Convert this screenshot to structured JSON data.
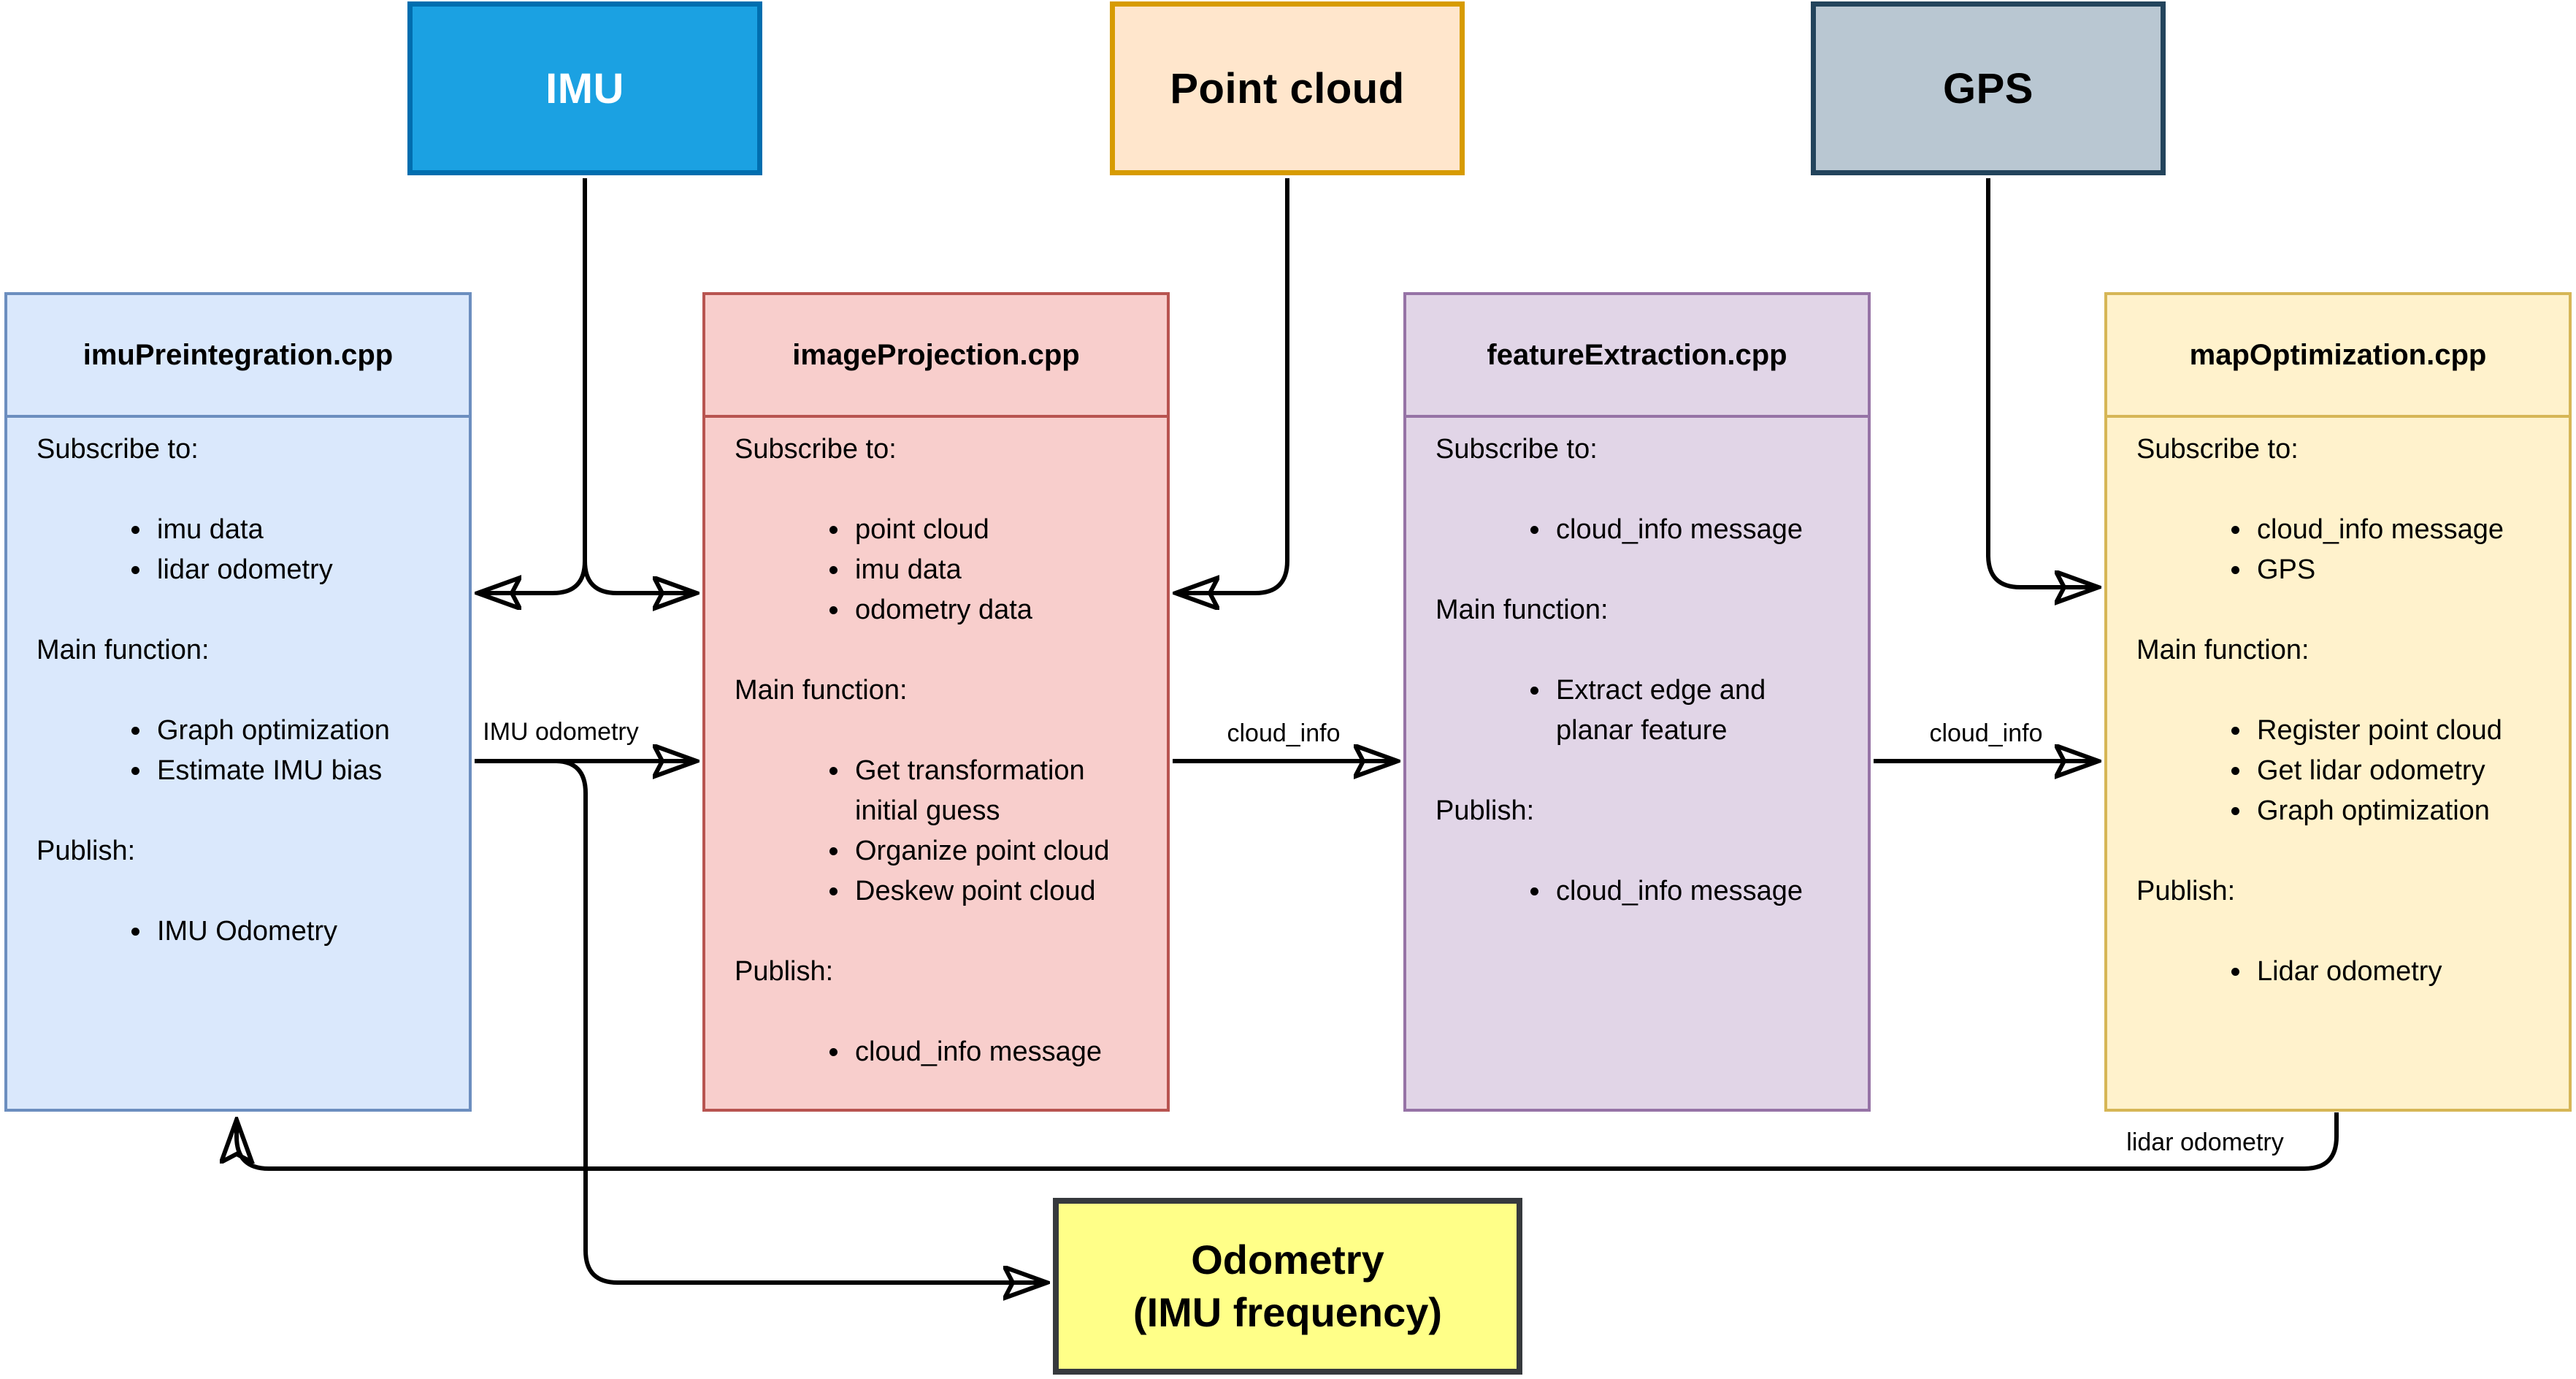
{
  "diagram": {
    "background": "#FFFFFF",
    "wire_color": "#000000",
    "sources": [
      {
        "id": "imu",
        "label": "IMU",
        "fill": "#1BA1E2",
        "border": "#006EAF",
        "text_color": "#FFFFFF"
      },
      {
        "id": "point-cloud",
        "label": "Point cloud",
        "fill": "#FFE6CC",
        "border": "#D79B00",
        "text_color": "#000000"
      },
      {
        "id": "gps",
        "label": "GPS",
        "fill": "#B9C7D2",
        "border": "#23445C",
        "text_color": "#000000"
      }
    ],
    "modules": [
      {
        "id": "imu-preintegration",
        "title": "imuPreintegration.cpp",
        "fill": "#DAE8FC",
        "border": "#6C8EBF",
        "sections": [
          {
            "label": "Subscribe to:",
            "items": [
              "imu data",
              "lidar odometry"
            ]
          },
          {
            "label": "Main function:",
            "items": [
              "Graph optimization",
              "Estimate IMU bias"
            ]
          },
          {
            "label": "Publish:",
            "items": [
              "IMU Odometry"
            ]
          }
        ]
      },
      {
        "id": "image-projection",
        "title": "imageProjection.cpp",
        "fill": "#F8CECC",
        "border": "#B85450",
        "sections": [
          {
            "label": "Subscribe to:",
            "items": [
              "point cloud",
              "imu data",
              "odometry data"
            ]
          },
          {
            "label": "Main function:",
            "items": [
              "Get transformation initial guess",
              "Organize point cloud",
              "Deskew point cloud"
            ]
          },
          {
            "label": "Publish:",
            "items": [
              "cloud_info message"
            ]
          }
        ]
      },
      {
        "id": "feature-extraction",
        "title": "featureExtraction.cpp",
        "fill": "#E1D5E7",
        "border": "#9673A6",
        "sections": [
          {
            "label": "Subscribe to:",
            "items": [
              "cloud_info message"
            ]
          },
          {
            "label": "Main function:",
            "items": [
              "Extract edge and planar feature"
            ]
          },
          {
            "label": "Publish:",
            "items": [
              "cloud_info message"
            ]
          }
        ]
      },
      {
        "id": "map-optimization",
        "title": "mapOptimization.cpp",
        "fill": "#FFF2CC",
        "border": "#D6B656",
        "sections": [
          {
            "label": "Subscribe to:",
            "items": [
              "cloud_info message",
              "GPS"
            ]
          },
          {
            "label": "Main function:",
            "items": [
              "Register point cloud",
              "Get lidar odometry",
              "Graph optimization"
            ]
          },
          {
            "label": "Publish:",
            "items": [
              "Lidar odometry"
            ]
          }
        ]
      }
    ],
    "output": {
      "id": "odometry-output",
      "label_line1": "Odometry",
      "label_line2": "(IMU frequency)",
      "fill": "#FFFF88",
      "border": "#36393D",
      "text_color": "#000000"
    },
    "edge_labels": {
      "imu_odometry": "IMU odometry",
      "cloud_info_image_to_feature": "cloud_info",
      "cloud_info_feature_to_map": "cloud_info",
      "lidar_odometry": "lidar odometry"
    }
  }
}
